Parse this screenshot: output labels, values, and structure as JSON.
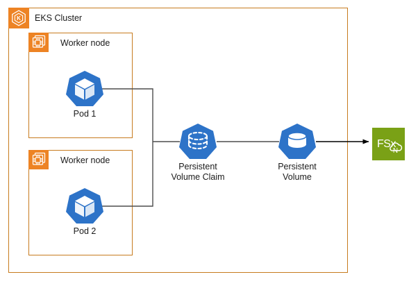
{
  "diagram": {
    "title": "EKS Cluster",
    "colors": {
      "group_border": "#c77b1e",
      "group_icon_bg": "#ed8324",
      "k8s_blue": "#2d73c8",
      "fsx_green": "#7aa116",
      "connector": "#4d4d4d",
      "arrow": "#000000",
      "background": "#ffffff",
      "text": "#1a1a1a"
    },
    "groups": [
      {
        "id": "eks-cluster",
        "label": "EKS Cluster",
        "icon": "eks-cluster-icon"
      },
      {
        "id": "worker-node-1",
        "label": "Worker node",
        "icon": "worker-node-icon"
      },
      {
        "id": "worker-node-2",
        "label": "Worker node",
        "icon": "worker-node-icon"
      }
    ],
    "nodes": [
      {
        "id": "pod-1",
        "label": "Pod 1",
        "icon": "kubernetes-pod-icon",
        "shape": "heptagon"
      },
      {
        "id": "pod-2",
        "label": "Pod 2",
        "icon": "kubernetes-pod-icon",
        "shape": "heptagon"
      },
      {
        "id": "pvc",
        "label": "Persistent\nVolume Claim",
        "icon": "kubernetes-persistent-volume-claim-icon",
        "shape": "heptagon"
      },
      {
        "id": "pv",
        "label": "Persistent\nVolume",
        "icon": "kubernetes-persistent-volume-icon",
        "shape": "heptagon"
      },
      {
        "id": "fsx",
        "label": "FSx N",
        "icon": "aws-fsx-for-netapp-ontap-icon",
        "shape": "square"
      }
    ],
    "edges": [
      {
        "from": "pod-1",
        "to": "pvc",
        "style": "orthogonal",
        "arrow": false
      },
      {
        "from": "pod-2",
        "to": "pvc",
        "style": "orthogonal",
        "arrow": false
      },
      {
        "from": "pvc",
        "to": "pv",
        "style": "straight",
        "arrow": false
      },
      {
        "from": "pv",
        "to": "fsx",
        "style": "straight",
        "arrow": true
      }
    ]
  }
}
